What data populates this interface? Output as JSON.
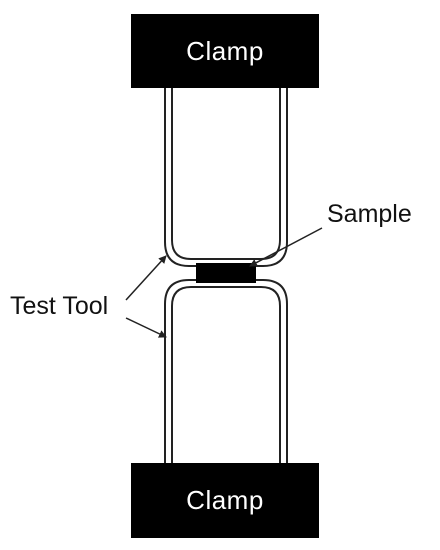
{
  "clamps": {
    "top_label": "Clamp",
    "bottom_label": "Clamp"
  },
  "labels": {
    "sample": "Sample",
    "test_tool": "Test Tool"
  },
  "colors": {
    "clamp_fill": "#000000",
    "clamp_text": "#ffffff",
    "sample_fill": "#000000",
    "line": "#222222"
  }
}
